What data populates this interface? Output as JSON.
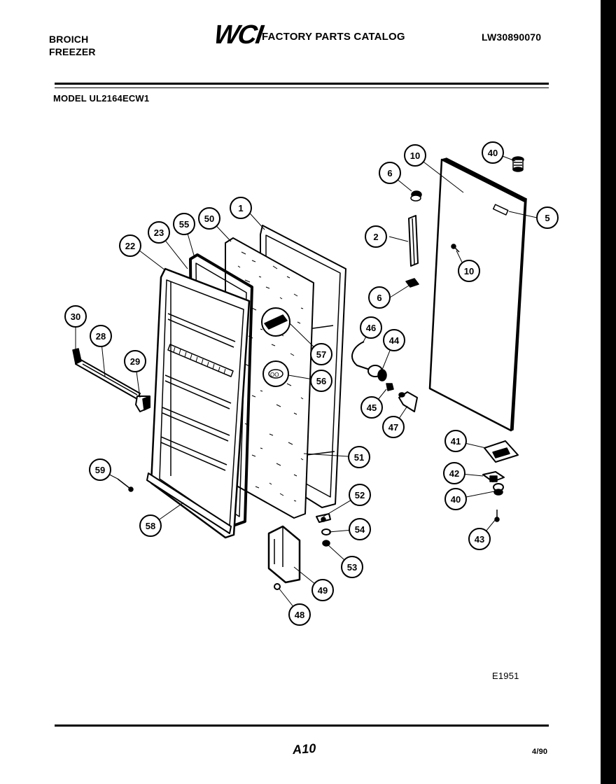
{
  "header": {
    "brand_line1": "BROICH",
    "brand_line2": "FREEZER",
    "logo": "WCI",
    "catalog_title": "FACTORY PARTS CATALOG",
    "catalog_code": "LW30890070"
  },
  "model_line": "MODEL UL2164ECW1",
  "figure_code": "E1951",
  "page_number": "A10",
  "date": "4/90",
  "callouts": [
    "1",
    "2",
    "5",
    "6",
    "6",
    "10",
    "10",
    "22",
    "23",
    "28",
    "29",
    "30",
    "40",
    "40",
    "41",
    "42",
    "43",
    "44",
    "45",
    "46",
    "47",
    "48",
    "49",
    "50",
    "51",
    "52",
    "53",
    "54",
    "55",
    "56",
    "57",
    "58",
    "59"
  ]
}
